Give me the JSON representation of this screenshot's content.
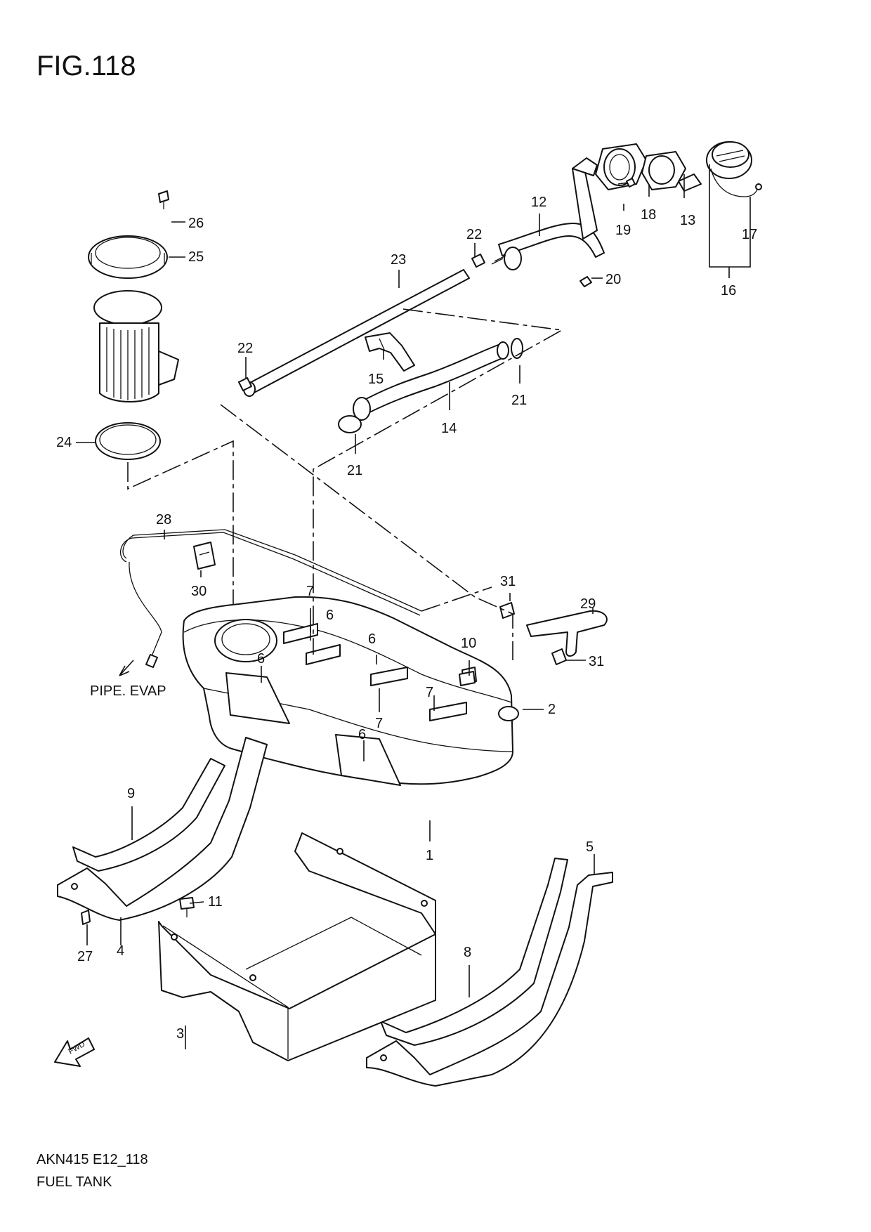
{
  "figure": {
    "title": "FIG.118",
    "code": "AKN415 E12_118",
    "name": "FUEL TANK",
    "evap_label": "PIPE. EVAP",
    "fwd_label": "FWD"
  },
  "callouts": [
    {
      "id": "n1",
      "text": "1"
    },
    {
      "id": "n2",
      "text": "2"
    },
    {
      "id": "n3",
      "text": "3"
    },
    {
      "id": "n4",
      "text": "4"
    },
    {
      "id": "n5",
      "text": "5"
    },
    {
      "id": "n6a",
      "text": "6"
    },
    {
      "id": "n6b",
      "text": "6"
    },
    {
      "id": "n6c",
      "text": "6"
    },
    {
      "id": "n6d",
      "text": "6"
    },
    {
      "id": "n7a",
      "text": "7"
    },
    {
      "id": "n7b",
      "text": "7"
    },
    {
      "id": "n7c",
      "text": "7"
    },
    {
      "id": "n8",
      "text": "8"
    },
    {
      "id": "n9",
      "text": "9"
    },
    {
      "id": "n10",
      "text": "10"
    },
    {
      "id": "n11",
      "text": "11"
    },
    {
      "id": "n12",
      "text": "12"
    },
    {
      "id": "n13",
      "text": "13"
    },
    {
      "id": "n14",
      "text": "14"
    },
    {
      "id": "n15",
      "text": "15"
    },
    {
      "id": "n16",
      "text": "16"
    },
    {
      "id": "n17",
      "text": "17"
    },
    {
      "id": "n18",
      "text": "18"
    },
    {
      "id": "n19",
      "text": "19"
    },
    {
      "id": "n20",
      "text": "20"
    },
    {
      "id": "n21a",
      "text": "21"
    },
    {
      "id": "n21b",
      "text": "21"
    },
    {
      "id": "n22a",
      "text": "22"
    },
    {
      "id": "n22b",
      "text": "22"
    },
    {
      "id": "n23",
      "text": "23"
    },
    {
      "id": "n24",
      "text": "24"
    },
    {
      "id": "n25",
      "text": "25"
    },
    {
      "id": "n26",
      "text": "26"
    },
    {
      "id": "n27",
      "text": "27"
    },
    {
      "id": "n28",
      "text": "28"
    },
    {
      "id": "n29",
      "text": "29"
    },
    {
      "id": "n30",
      "text": "30"
    },
    {
      "id": "n31a",
      "text": "31"
    },
    {
      "id": "n31b",
      "text": "31"
    }
  ]
}
